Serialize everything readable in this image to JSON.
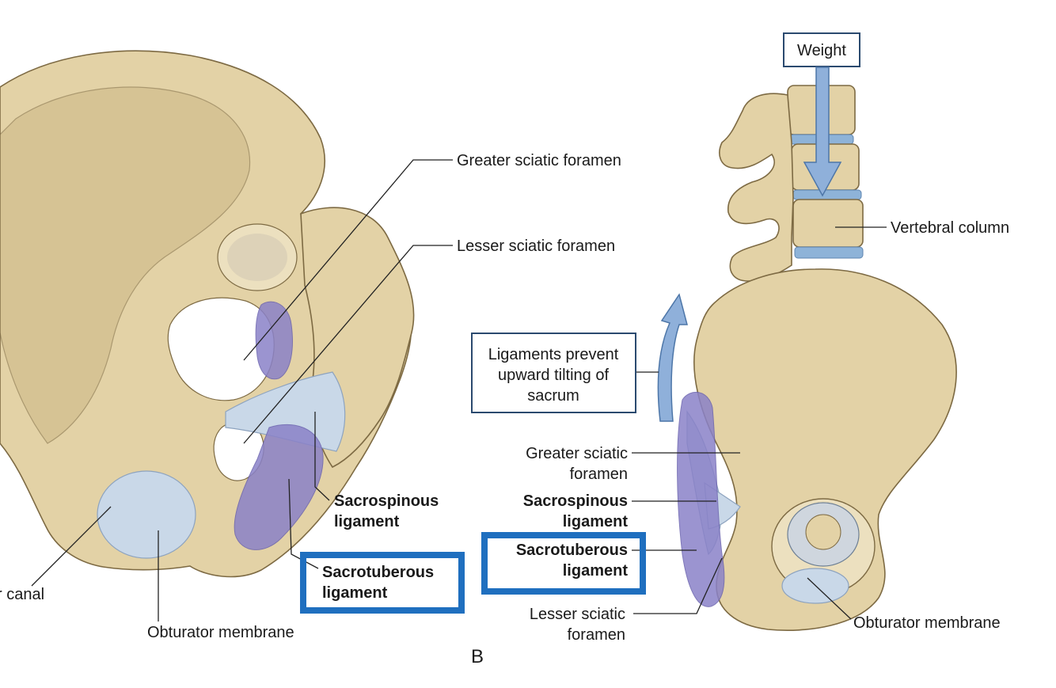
{
  "labels": {
    "greater_sciatic_foramen_a": "Greater sciatic foramen",
    "lesser_sciatic_foramen_a": "Lesser sciatic foramen",
    "sacrospinous_a_line1": "Sacrospinous",
    "sacrospinous_a_line2": "ligament",
    "sacrotuberous_a_line1": "Sacrotuberous",
    "sacrotuberous_a_line2": "ligament",
    "obturator_canal_partial": "r canal",
    "obturator_membrane_a": "Obturator membrane",
    "weight": "Weight",
    "vertebral_column": "Vertebral column",
    "ligaments_prevent_line1": "Ligaments prevent",
    "ligaments_prevent_line2": "upward tilting of",
    "ligaments_prevent_line3": "sacrum",
    "greater_sciatic_b_line1": "Greater sciatic",
    "greater_sciatic_b_line2": "foramen",
    "sacrospinous_b_line1": "Sacrospinous",
    "sacrospinous_b_line2": "ligament",
    "sacrotuberous_b_line1": "Sacrotuberous",
    "sacrotuberous_b_line2": "ligament",
    "lesser_sciatic_b_line1": "Lesser sciatic",
    "lesser_sciatic_b_line2": "foramen",
    "obturator_membrane_b": "Obturator membrane",
    "panel_b": "B"
  },
  "colors": {
    "bone": "#e3d2a6",
    "ligament": "#c9d8e8",
    "ligament_highlight": "#8a82c8",
    "highlight_box": "#1f6fbf",
    "arrow": "#8fb0da"
  }
}
